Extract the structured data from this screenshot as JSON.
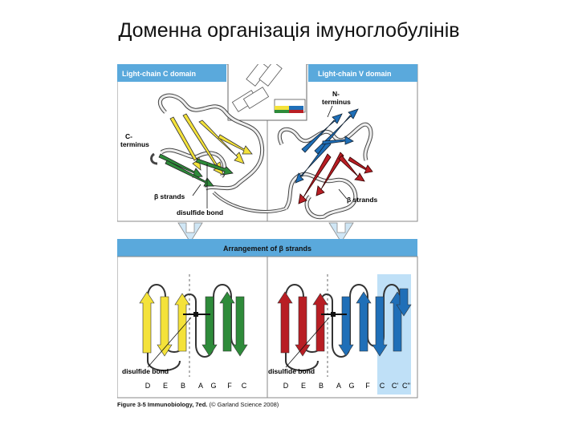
{
  "slide": {
    "title": "Доменна організація імуноглобулінів"
  },
  "panels": {
    "top_left_title": "Light-chain C domain",
    "top_right_title": "Light-chain V domain",
    "arrangement_title": "Arrangement of β strands"
  },
  "labels": {
    "c_terminus_1": "C-",
    "c_terminus_2": "terminus",
    "n_terminus_1": "N-",
    "n_terminus_2": "terminus",
    "beta_strands_left": "β strands",
    "beta_strands_right": "β strands",
    "disulfide_top": "disulfide bond",
    "disulfide_bottom_left": "disulfide bond",
    "disulfide_bottom_right": "disulfide bond"
  },
  "strand_letters": {
    "left": [
      "D",
      "E",
      "B",
      "A",
      "G",
      "F",
      "C"
    ],
    "right": [
      "D",
      "E",
      "B",
      "A",
      "G",
      "F",
      "C",
      "C'",
      "C''"
    ]
  },
  "caption": {
    "bold": "Figure 3-5 Immunobiology, 7ed.",
    "rest": " (© Garland Science 2008)"
  },
  "colors": {
    "header_blue": "#5aa9dc",
    "light_blue_fill": "#cfe6f5",
    "yellow_strand": "#f4e23a",
    "green_strand": "#2e8b3a",
    "red_strand": "#b81e24",
    "blue_strand": "#1f6fb8",
    "highlight_column": "#bfe0f7",
    "frame_gray": "#8a8a8a"
  }
}
